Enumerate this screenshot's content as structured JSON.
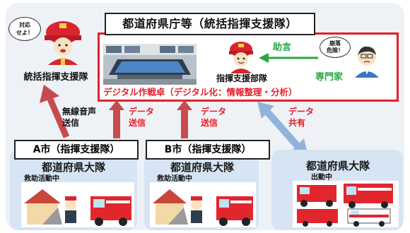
{
  "hq": {
    "title": "都道府県庁等（統括指揮支援隊）",
    "command_unit": "指揮支援部隊",
    "war_table": "デジタル作戦卓（デジタル化：情報整理・分析）",
    "advice_label": "助言",
    "expert_label": "専門家",
    "expert_bubble": "崩落\n危険！"
  },
  "general": {
    "label": "統括指揮支援隊",
    "bubble": "対応\nせよ！"
  },
  "arrows": {
    "radio": "無線音声\n送信",
    "data_send_1": "データ\n送信",
    "data_send_2": "データ\n送信",
    "data_share": "データ\n共有"
  },
  "units": [
    {
      "city": "A市（指揮支援隊）",
      "title": "都道府県大隊",
      "status": "救助活動中"
    },
    {
      "city": "B市（指揮支援隊）",
      "title": "都道府県大隊",
      "status": "救助活動中"
    },
    {
      "city": "",
      "title": "都道府県大隊",
      "status": "出動中"
    }
  ],
  "colors": {
    "red": "#e2202a",
    "green": "#2aa744",
    "blue_arrow": "#8fb4dc",
    "unit_bg": "#d6e4f3"
  }
}
